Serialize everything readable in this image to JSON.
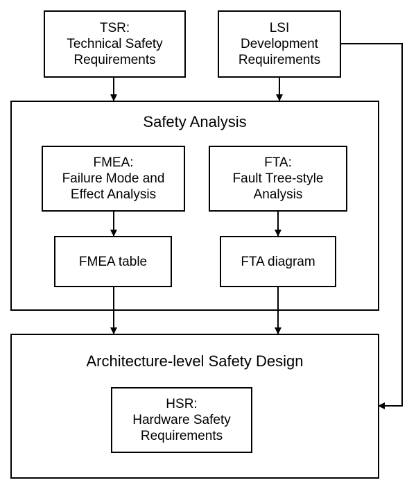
{
  "tsr": {
    "lines": [
      "TSR:",
      "Technical Safety",
      "Requirements"
    ]
  },
  "lsi": {
    "lines": [
      "LSI",
      "Development",
      "Requirements"
    ]
  },
  "safety_analysis": {
    "title": "Safety Analysis"
  },
  "fmea": {
    "lines": [
      "FMEA:",
      "Failure Mode and",
      "Effect Analysis"
    ]
  },
  "fta": {
    "lines": [
      "FTA:",
      "Fault Tree-style",
      "Analysis"
    ]
  },
  "fmea_table": {
    "label": "FMEA table"
  },
  "fta_diagram": {
    "label": "FTA diagram"
  },
  "architecture": {
    "title": "Architecture-level Safety Design"
  },
  "hsr": {
    "lines": [
      "HSR:",
      "Hardware Safety",
      "Requirements"
    ]
  }
}
